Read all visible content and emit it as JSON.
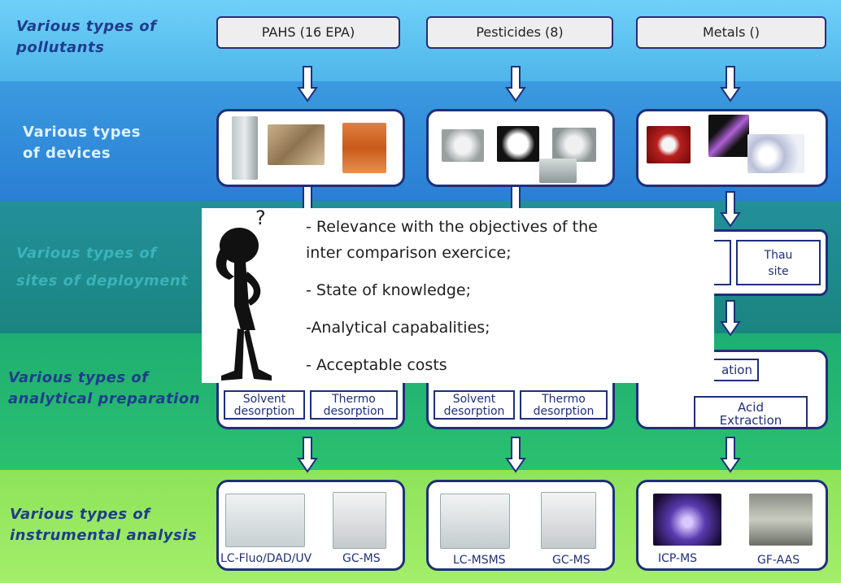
{
  "rows": [
    {
      "lines": [
        "Various types of",
        "pollutants"
      ]
    },
    {
      "lines": [
        "Various types",
        "of devices"
      ]
    },
    {
      "lines": [
        "Various types of",
        "sites of deployment"
      ]
    },
    {
      "lines": [
        "Various types of",
        "analytical preparation"
      ]
    },
    {
      "lines": [
        "Various types of",
        "instrumental analysis"
      ]
    }
  ],
  "pollutants": [
    "PAHS (16 EPA)",
    "Pesticides (8)",
    "Metals ()"
  ],
  "sites": {
    "thau": [
      "Thau",
      "site"
    ]
  },
  "preparation": {
    "pahs": [
      [
        "Solvent",
        "desorption"
      ],
      [
        "Thermo",
        "desorption"
      ]
    ],
    "pesticides": [
      [
        "Solvent",
        "desorption"
      ],
      [
        "Thermo",
        "desorption"
      ]
    ],
    "metals": {
      "partial": "ation",
      "acid": [
        "Acid",
        "Extraction"
      ]
    }
  },
  "instruments": {
    "pahs": [
      "LC-Fluo/DAD/UV",
      "GC-MS"
    ],
    "pesticides": [
      "LC-MSMS",
      "GC-MS"
    ],
    "metals": [
      "ICP-MS",
      "GF-AAS"
    ]
  },
  "popup": {
    "lines": [
      "- Relevance with the objectives of the",
      "inter comparison exercice;",
      "- State of knowledge;",
      "-Analytical capabalities;",
      "- Acceptable costs"
    ],
    "icon": "thinking-person-icon"
  },
  "colors": {
    "band1": "#5bc0f0",
    "band2": "#2e86d8",
    "band3": "#1f8f8f",
    "band4": "#23b86a",
    "band5": "#96e85a",
    "boxBorder": "#1f2f7a"
  }
}
